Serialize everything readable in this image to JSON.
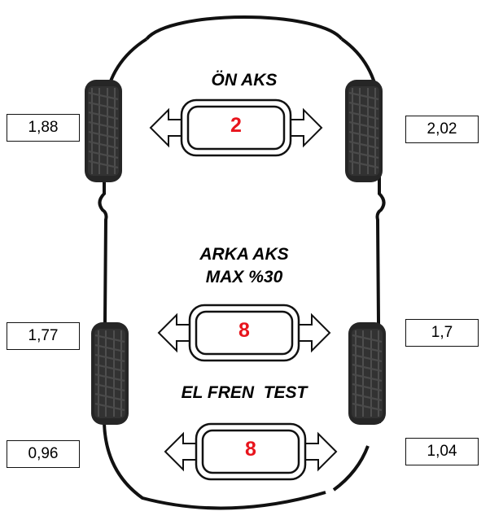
{
  "colors": {
    "outline": "#111111",
    "tire": "#262626",
    "tread": "#4a4a4a",
    "difference_value": "#e8141c"
  },
  "front_axle": {
    "label": "ÖN AKS",
    "difference": "2",
    "left_value": "1,88",
    "right_value": "2,02"
  },
  "rear_axle": {
    "label_line1": "ARKA AKS",
    "label_line2": "MAX %30",
    "difference": "8",
    "left_value": "1,77",
    "right_value": "1,7"
  },
  "hand_brake": {
    "label": "EL FREN  TEST",
    "difference": "8",
    "left_value": "0,96",
    "right_value": "1,04"
  },
  "icons": [
    "car-outline-icon",
    "tire-icon",
    "double-arrow-icon"
  ]
}
